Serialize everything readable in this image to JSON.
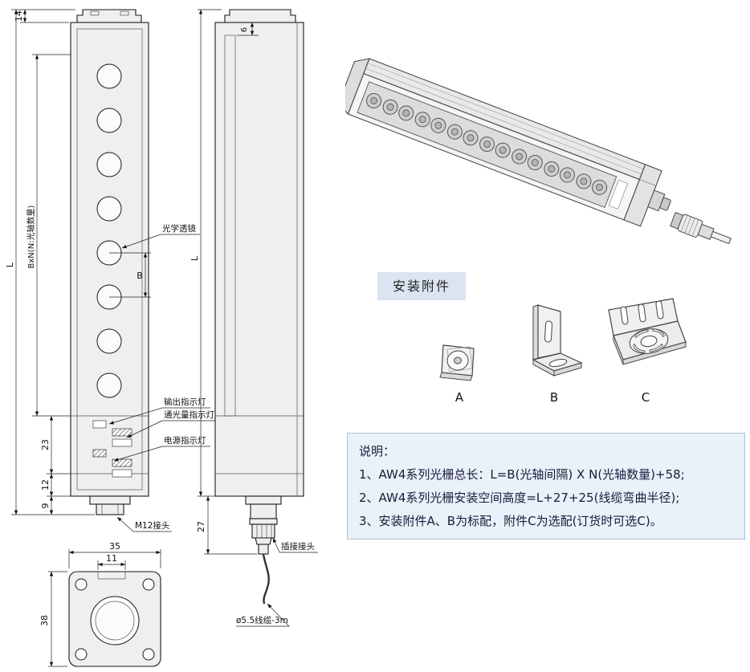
{
  "colors": {
    "accessories_title_bg": "#dbe5f1",
    "notes_bg": "#e9f1f9",
    "notes_border": "#aebfd8",
    "line_color": "#1a1a1a"
  },
  "front_view": {
    "dims": {
      "L": "L",
      "d14": "14",
      "bxn": "BxN(N:光轴数量)",
      "B": "B",
      "d23": "23",
      "d12": "12",
      "d9": "9"
    },
    "labels": {
      "lens": "光学透镜",
      "output_led": "输出指示灯",
      "light_led": "通光量指示灯",
      "power_led": "电源指示灯",
      "m12": "M12接头"
    }
  },
  "side_view": {
    "dims": {
      "L": "L",
      "d6": "6",
      "d27": "27"
    },
    "labels": {
      "plug": "插接接头",
      "cable": "ø5.5线缆-3m"
    }
  },
  "bottom_view": {
    "dims": {
      "d35": "35",
      "d11": "11",
      "d38": "38"
    }
  },
  "accessories": {
    "title": "安装附件",
    "items": [
      {
        "label": "A",
        "icon": "square-mount-nut-icon"
      },
      {
        "label": "B",
        "icon": "l-bracket-icon"
      },
      {
        "label": "C",
        "icon": "round-pattern-bracket-icon"
      }
    ]
  },
  "notes": {
    "title": "说明：",
    "lines": [
      "1、AW4系列光栅总长：L=B(光轴间隔) X N(光轴数量)+58;",
      "2、AW4系列光栅安装空间高度=L+27+25(线缆弯曲半径);",
      "3、安装附件A、B为标配，附件C为选配(订货时可选C)。"
    ]
  }
}
